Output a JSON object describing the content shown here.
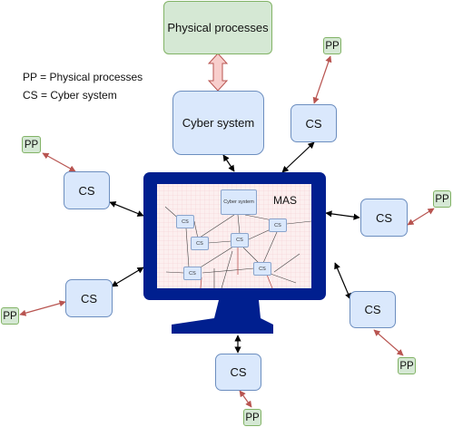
{
  "legend": {
    "pp_definition": "PP = Physical processes",
    "cs_definition": "CS = Cyber system"
  },
  "physical_processes": {
    "label": "Physical processes"
  },
  "cyber_system": {
    "label": "Cyber system"
  },
  "cs_label": "CS",
  "pp_label": "PP",
  "screen": {
    "mas_label": "MAS",
    "inner_cyber_label": "Cyber system",
    "inner_cs_label": "CS"
  },
  "colors": {
    "cs_fill": "#dae8fc",
    "cs_stroke": "#6c8ebf",
    "pp_fill": "#d5e8d4",
    "pp_stroke": "#82b366",
    "monitor": "#001f8f",
    "pp_arrow": "#b85450",
    "double_arrow_fill": "#f8cecc"
  }
}
